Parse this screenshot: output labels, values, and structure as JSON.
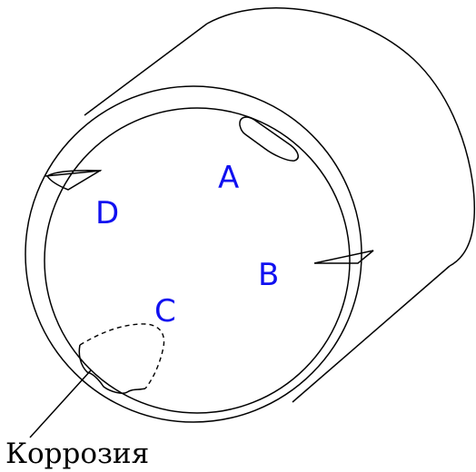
{
  "labels": {
    "a": "A",
    "b": "B",
    "c": "C",
    "d": "D",
    "caption": "Коррозия"
  },
  "colors": {
    "label": "#1010f0",
    "stroke": "#000000",
    "background": "#ffffff"
  }
}
